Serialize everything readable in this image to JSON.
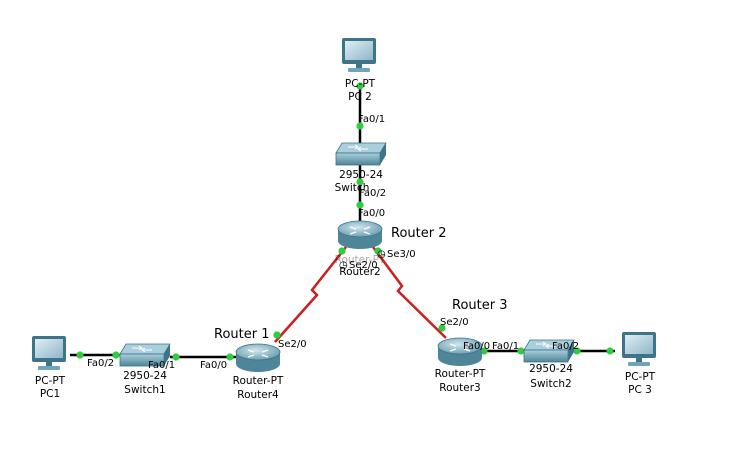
{
  "colors": {
    "ethernet": "#000000",
    "serial": "#cc1f1f",
    "link_up": "#2ecc40",
    "device_face": "#6fa5b8",
    "device_dark": "#3d7487"
  },
  "devices": {
    "pc2": {
      "type_label": "PC-PT",
      "name_label": "PC 2",
      "icon": "pc-icon"
    },
    "pc1": {
      "type_label": "PC-PT",
      "name_label": "PC1",
      "icon": "pc-icon"
    },
    "pc3": {
      "type_label": "PC-PT",
      "name_label": "PC 3",
      "icon": "pc-icon"
    },
    "switch_top": {
      "type_label": "2950-24",
      "name_label": "Switch",
      "icon": "switch-icon"
    },
    "switch1": {
      "type_label": "2950-24",
      "name_label": "Switch1",
      "icon": "switch-icon"
    },
    "switch2": {
      "type_label": "2950-24",
      "name_label": "Switch2",
      "icon": "switch-icon"
    },
    "router2": {
      "type_label": "Router-PT",
      "name_label": "Router2",
      "icon": "router-icon"
    },
    "router4": {
      "type_label": "Router-PT",
      "name_label": "Router4",
      "icon": "router-icon"
    },
    "router3": {
      "type_label": "Router-PT",
      "name_label": "Router3",
      "icon": "router-icon"
    }
  },
  "annotations": {
    "router2": "Router 2",
    "router1": "Router 1",
    "router3": "Router 3"
  },
  "ports": {
    "pc2_sw_top": "Fa0/1",
    "sw_top_r2": "Fa0/2",
    "r2_sw_top": "Fa0/0",
    "r2_r4": "Se2/0",
    "r2_r3": "Se3/0",
    "pc1_sw1": "Fa0/2",
    "sw1_pc1": "Fa0/1",
    "r4_sw1": "Fa0/0",
    "r4_r2": "Se2/0",
    "r3_r2": "Se2/0",
    "r3_sw2": "Fa0/0",
    "sw2_r3": "Fa0/1",
    "sw2_pc3": "Fa0/2"
  }
}
